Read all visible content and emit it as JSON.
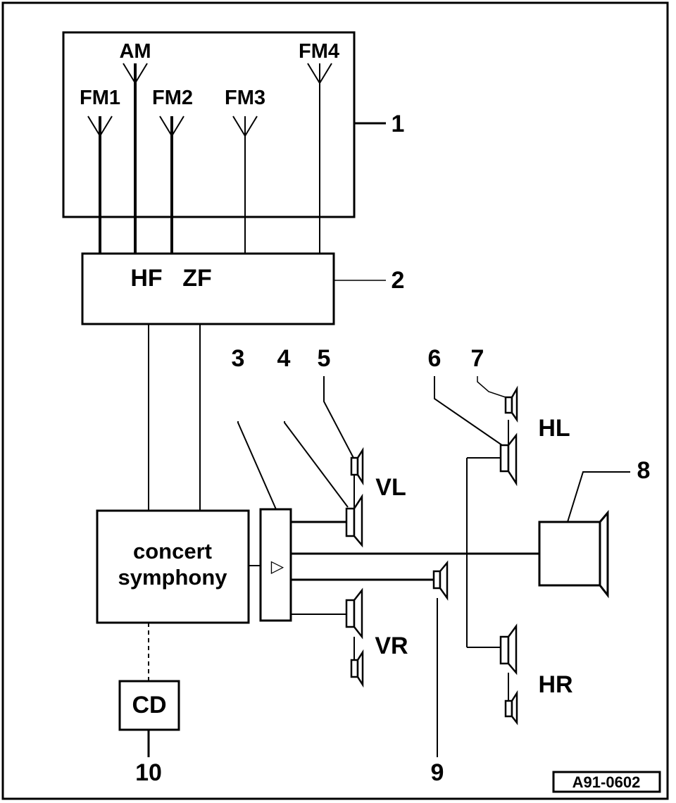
{
  "antennas": {
    "am": "AM",
    "fm1": "FM1",
    "fm2": "FM2",
    "fm3": "FM3",
    "fm4": "FM4"
  },
  "tuner": {
    "hf": "HF",
    "zf": "ZF"
  },
  "radio": {
    "line1": "concert",
    "line2": "symphony"
  },
  "cd": "CD",
  "amp_symbol": "▷",
  "speaker_groups": {
    "front_left": "VL",
    "front_right": "VR",
    "rear_left": "HL",
    "rear_right": "HR"
  },
  "callouts": [
    "1",
    "2",
    "3",
    "4",
    "5",
    "6",
    "7",
    "8",
    "9",
    "10"
  ],
  "reference": "A91-0602"
}
